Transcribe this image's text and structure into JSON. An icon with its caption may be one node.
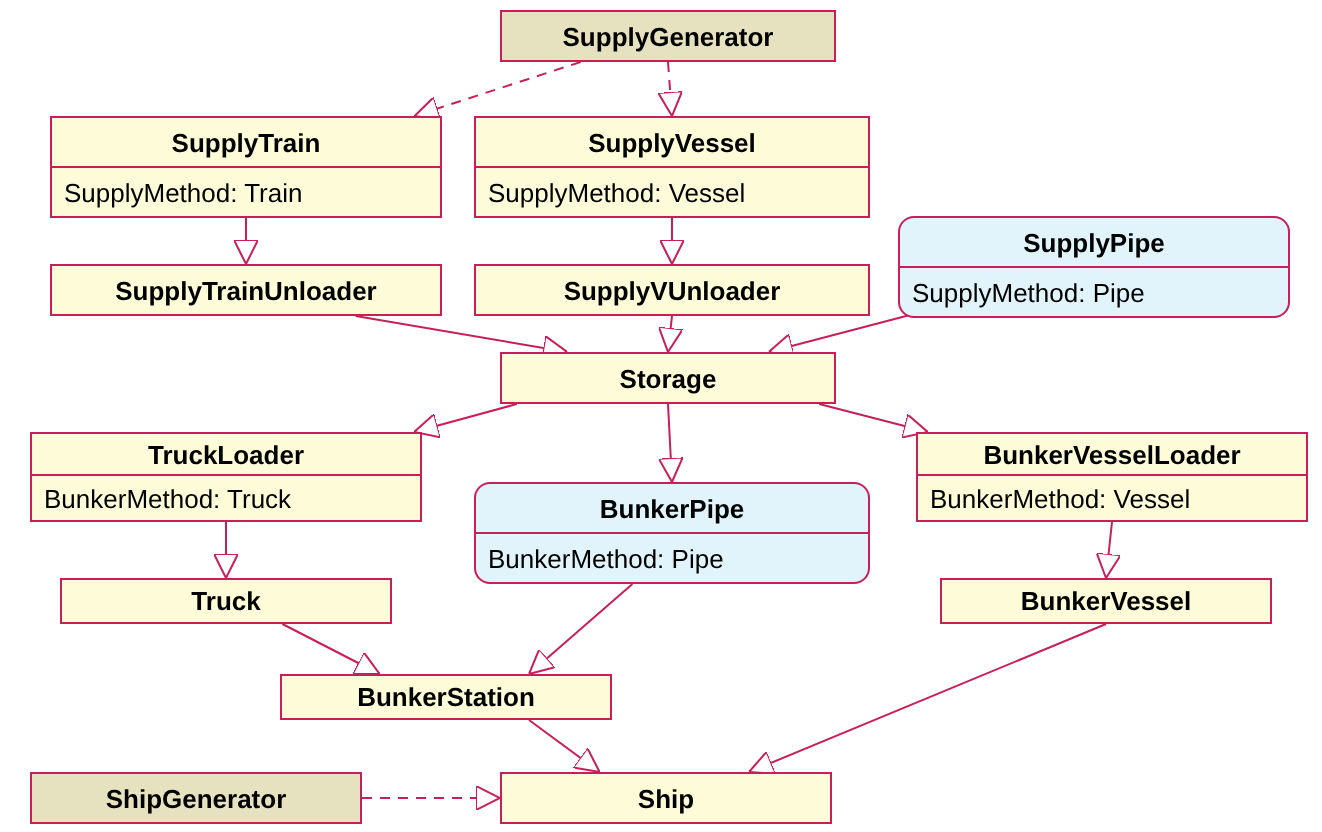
{
  "diagram": {
    "nodes": [
      {
        "text": [
          "SupplyGenerator"
        ]
      },
      {
        "text": [
          "SupplyTrain",
          "SupplyMethod: Train"
        ]
      },
      {
        "text": [
          "SupplyVessel",
          "SupplyMethod: Vessel"
        ]
      },
      {
        "text": [
          "SupplyPipe",
          "SupplyMethod: Pipe"
        ]
      },
      {
        "text": [
          "SupplyTrainUnloader"
        ]
      },
      {
        "text": [
          "SupplyVUnloader"
        ]
      },
      {
        "text": [
          "Storage"
        ]
      },
      {
        "text": [
          "TruckLoader",
          "BunkerMethod: Truck"
        ]
      },
      {
        "text": [
          "BunkerPipe",
          "BunkerMethod: Pipe"
        ]
      },
      {
        "text": [
          "BunkerVesselLoader",
          "BunkerMethod: Vessel"
        ]
      },
      {
        "text": [
          "Truck"
        ]
      },
      {
        "text": [
          "BunkerVessel"
        ]
      },
      {
        "text": [
          "BunkerStation"
        ]
      },
      {
        "text": [
          "ShipGenerator"
        ]
      },
      {
        "text": [
          "Ship"
        ]
      }
    ],
    "edges": [
      {
        "from": 0,
        "to": 1,
        "arrow": "to",
        "style": "dashed"
      },
      {
        "from": 0,
        "to": 2,
        "arrow": "to",
        "style": "dashed"
      },
      {
        "from": 1,
        "to": 4,
        "arrow": "to"
      },
      {
        "from": 2,
        "to": 5,
        "arrow": "to"
      },
      {
        "from": 4,
        "to": 6,
        "arrow": "to"
      },
      {
        "from": 5,
        "to": 6,
        "arrow": "to"
      },
      {
        "from": 3,
        "to": 6,
        "arrow": "to"
      },
      {
        "from": 6,
        "to": 7,
        "arrow": "to"
      },
      {
        "from": 6,
        "to": 8,
        "arrow": "to"
      },
      {
        "from": 6,
        "to": 9,
        "arrow": "to"
      },
      {
        "from": 7,
        "to": 10,
        "arrow": "to"
      },
      {
        "from": 9,
        "to": 11,
        "arrow": "to"
      },
      {
        "from": 10,
        "to": 12,
        "arrow": "to"
      },
      {
        "from": 8,
        "to": 12,
        "arrow": "to"
      },
      {
        "from": 12,
        "to": 14,
        "arrow": "to"
      },
      {
        "from": 11,
        "to": 14,
        "arrow": "to"
      },
      {
        "from": 13,
        "to": 14,
        "arrow": "to",
        "style": "dashed"
      }
    ]
  }
}
